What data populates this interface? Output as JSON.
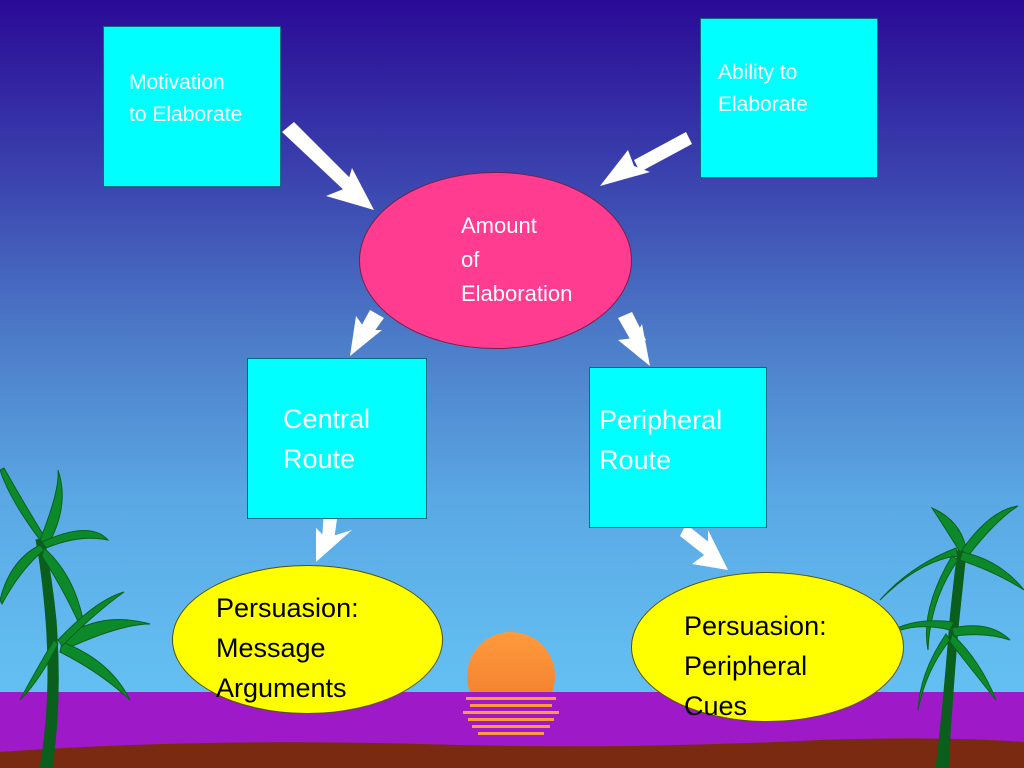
{
  "diagram": {
    "motivation_box": {
      "label": "Motivation\nto Elaborate",
      "color": "#00ffff"
    },
    "ability_box": {
      "label": "Ability  to\nElaborate",
      "color": "#00ffff"
    },
    "elaboration_oval": {
      "label": "Amount\nof\nElaboration",
      "color": "#ff3c8f"
    },
    "central_route_box": {
      "label": "Central\nRoute",
      "color": "#00ffff"
    },
    "peripheral_route_box": {
      "label": "Peripheral\nRoute",
      "color": "#00ffff"
    },
    "message_arguments_oval": {
      "label": "Persuasion:\nMessage\nArguments",
      "color": "#ffff00"
    },
    "peripheral_cues_oval": {
      "label": "Persuasion:\nPeripheral\nCues",
      "color": "#ffff00"
    }
  },
  "colors": {
    "arrow": "#ffffff",
    "sea": "#9e19c8",
    "sun": "#ff9a3c",
    "palm_leaf": "#0c8a2a",
    "palm_trunk": "#0a5f1c",
    "shore": "#7a2a10"
  },
  "icons": [
    "palm-tree-icon",
    "sunset-icon",
    "arrow-icon"
  ]
}
